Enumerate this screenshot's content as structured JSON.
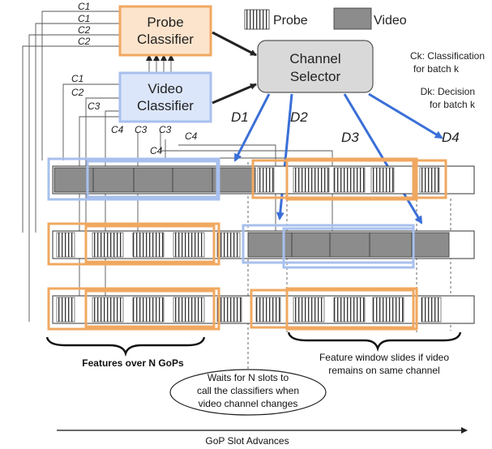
{
  "classifiers": {
    "probe": {
      "line1": "Probe",
      "line2": "Classifier"
    },
    "video": {
      "line1": "Video",
      "line2": "Classifier"
    },
    "selector": {
      "line1": "Channel",
      "line2": "Selector"
    }
  },
  "legend": {
    "probe": "Probe",
    "video": "Video"
  },
  "notes": {
    "ck_line1": "Ck: Classification",
    "ck_line2": "for batch k",
    "dk_line1": "Dk: Decision",
    "dk_line2": "for batch k"
  },
  "decisions": [
    "D1",
    "D2",
    "D3",
    "D4"
  ],
  "probe_inputs": [
    "C1",
    "C1",
    "C2",
    "C2"
  ],
  "video_inputs": [
    "C1",
    "C2",
    "C3",
    "C4",
    "C3",
    "C3",
    "C4",
    "C4"
  ],
  "annotations": {
    "features": "Features over N GoPs",
    "slide_line1": "Feature window slides if video",
    "slide_line2": "remains on same channel",
    "waits_line1": "Waits for N slots to",
    "waits_line2": "call the classifiers when",
    "waits_line3": "video channel changes",
    "axis": "GoP Slot Advances"
  },
  "colors": {
    "probe_box_fill": "#fce4cc",
    "probe_box_stroke": "#f0a860",
    "video_box_fill": "#dce6fa",
    "video_box_stroke": "#8aaaee",
    "selector_fill": "#d9d9d9",
    "decision_arrow": "#3a6fd8",
    "orange_window": "#f0a860",
    "blue_window": "#a8c0ee",
    "video_segment": "#8c8c8c"
  }
}
